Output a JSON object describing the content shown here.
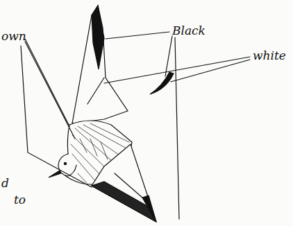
{
  "diagram": {
    "labels": [
      "Black",
      "white",
      "own",
      "d",
      "to"
    ]
  }
}
